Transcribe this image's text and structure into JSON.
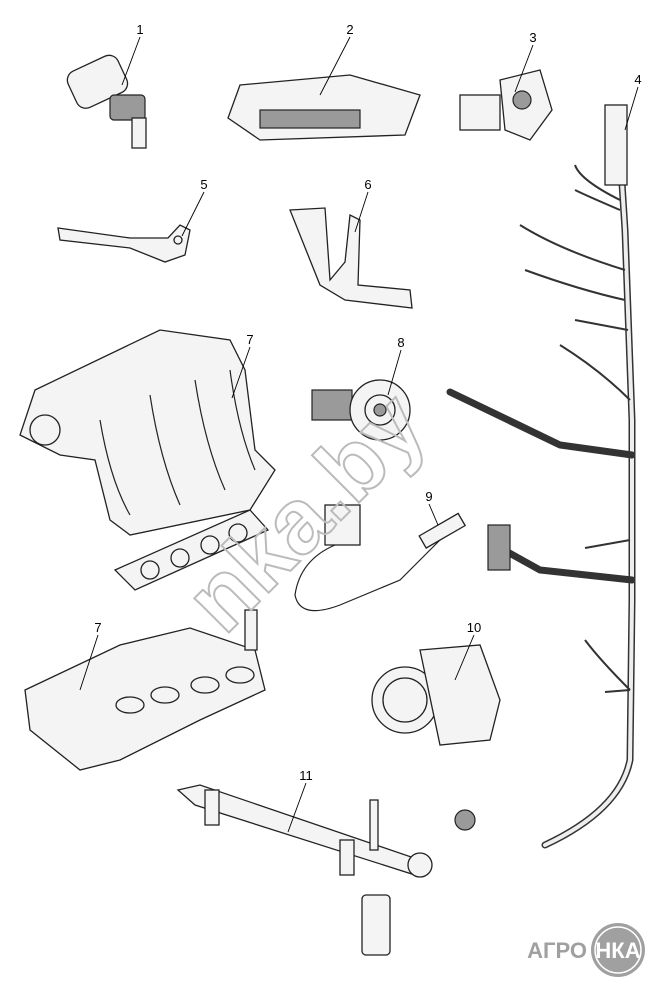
{
  "diagram": {
    "callouts": [
      {
        "id": "1",
        "label": "1"
      },
      {
        "id": "2",
        "label": "2"
      },
      {
        "id": "3",
        "label": "3"
      },
      {
        "id": "4",
        "label": "4"
      },
      {
        "id": "5",
        "label": "5"
      },
      {
        "id": "6",
        "label": "6"
      },
      {
        "id": "7a",
        "label": "7"
      },
      {
        "id": "8",
        "label": "8"
      },
      {
        "id": "9",
        "label": "9"
      },
      {
        "id": "10",
        "label": "10"
      },
      {
        "id": "7b",
        "label": "7"
      },
      {
        "id": "11",
        "label": "11"
      }
    ]
  },
  "watermark": {
    "text": "nka.by"
  },
  "logo": {
    "left": "АГРО",
    "right": "НКА"
  },
  "colors": {
    "line": "#222222",
    "logo": "#a0a0a0"
  }
}
